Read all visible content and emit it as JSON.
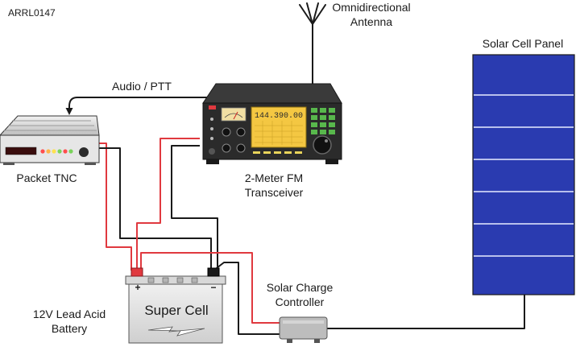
{
  "figure_id": "ARRL0147",
  "labels": {
    "antenna_line1": "Omnidirectional",
    "antenna_line2": "Antenna",
    "solar_panel": "Solar Cell Panel",
    "audio_ptt": "Audio / PTT",
    "packet_tnc": "Packet TNC",
    "transceiver_line1": "2-Meter FM",
    "transceiver_line2": "Transceiver",
    "battery_line1": "12V Lead Acid",
    "battery_line2": "Battery",
    "controller_line1": "Solar Charge",
    "controller_line2": "Controller"
  },
  "transceiver": {
    "frequency_display": "144.390.00"
  },
  "battery": {
    "brand": "Super Cell",
    "plus": "+",
    "minus": "−"
  },
  "colors": {
    "wire_red": "#e0393f",
    "wire_black": "#1a1a1a",
    "panel_blue": "#2a3bb0",
    "display_amber": "#f4c742",
    "keypad_green": "#58b84c",
    "radio_body": "#2b2b2b"
  },
  "icons": {
    "antenna": "antenna-icon",
    "tnc": "packet-tnc-icon",
    "radio": "transceiver-icon",
    "battery": "battery-icon",
    "controller": "charge-controller-icon",
    "panel": "solar-panel-icon"
  }
}
